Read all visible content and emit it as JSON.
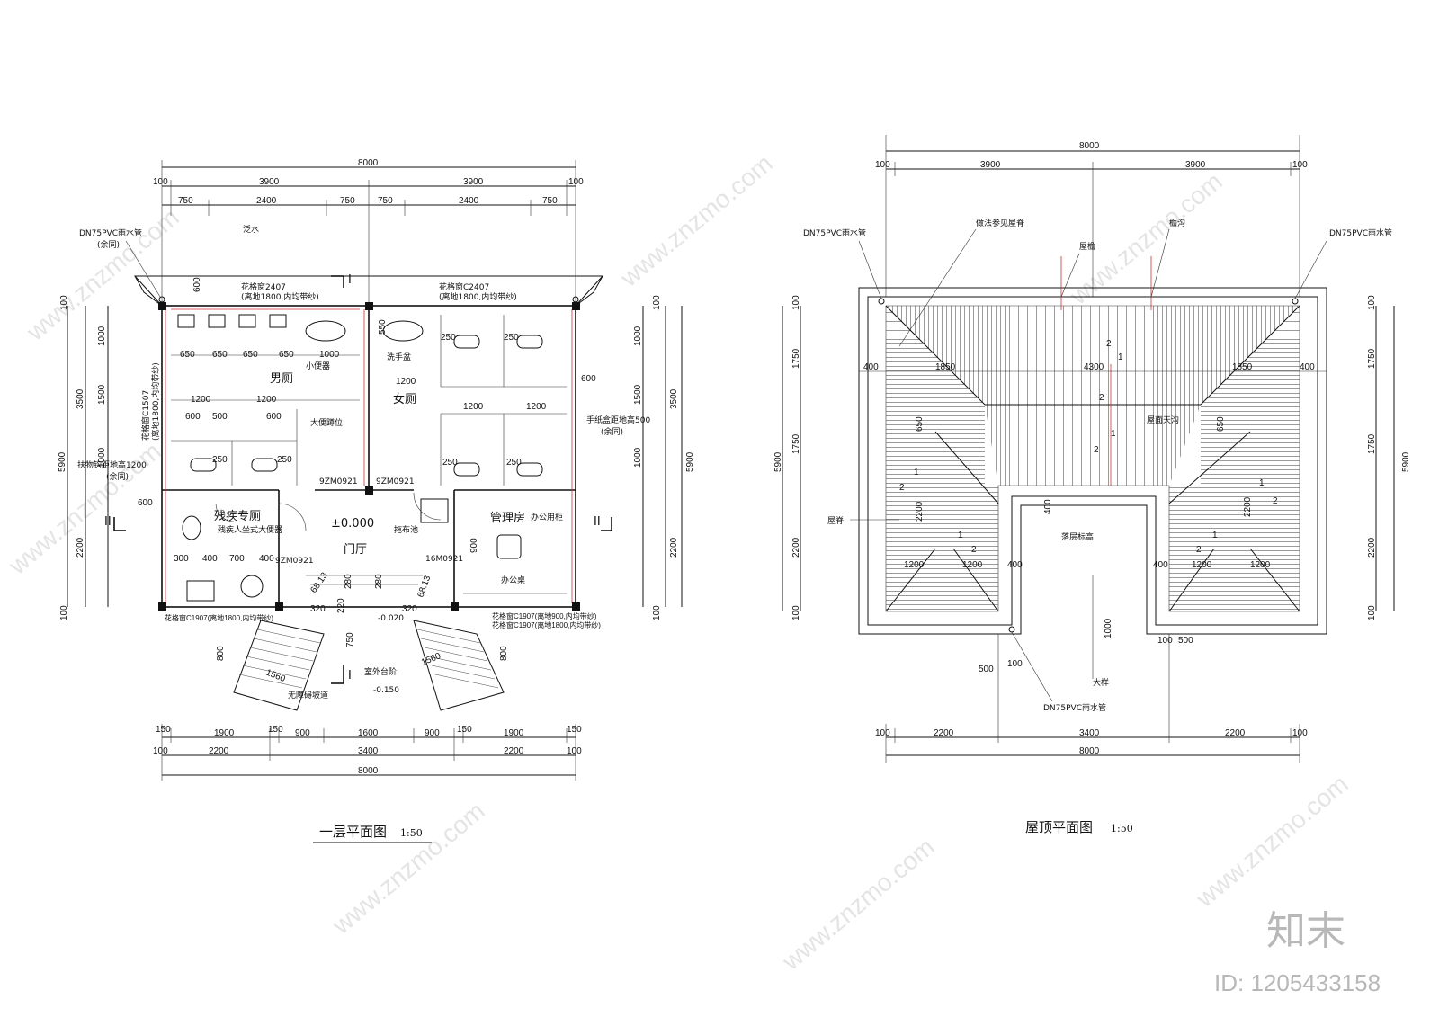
{
  "ground_plan": {
    "title": "一层平面图",
    "scale": "1:50",
    "top_dims": {
      "total": "8000",
      "edge": "100",
      "half": "3900",
      "sub": [
        "750",
        "2400",
        "750",
        "750",
        "2400",
        "750"
      ]
    },
    "bottom_dims": {
      "row1": [
        "150",
        "1900",
        "150",
        "900",
        "1600",
        "900",
        "150",
        "1900",
        "150"
      ],
      "row2": [
        "100",
        "2200",
        "3400",
        "2200",
        "100"
      ],
      "total": "8000"
    },
    "left_dims": {
      "total": "5900",
      "a": "3500",
      "b": "2200",
      "c": [
        "100",
        "1000",
        "1500",
        "1000",
        "100"
      ]
    },
    "right_dims": {
      "total": "5900",
      "a": "3500",
      "b": "2200",
      "c": [
        "100",
        "1000",
        "1500",
        "1000",
        "100"
      ],
      "extra": "600"
    },
    "rooms": {
      "mens": "男厕",
      "womens": "女厕",
      "accessible": "残疾专厕",
      "lobby": "门厅",
      "admin": "管理房",
      "office": "办公桌",
      "mop": "拖布池",
      "office_cab": "办公用柜"
    },
    "labels": {
      "downpipe": "DN75PVC雨水管",
      "same": "(余同)",
      "drain": "泛水",
      "window_left": "花格窗2407",
      "window_left_note": "(离地1800,内均带纱)",
      "window_right": "花格窗C2407",
      "window_right_note": "(离地1800,内均带纱)",
      "urinal": "小便器",
      "sink": "洗手盆",
      "stall": "大便蹲位",
      "side_window": "花格窗C1507",
      "side_window_note": "(离地1800,内均带纱)",
      "grab": "扶物钩距地高1200",
      "hand": "手纸盒距地高500",
      "door1": "9ZM0921",
      "door2": "9ZM0921",
      "door3": "9ZM0921",
      "door4": "16M0921",
      "level0": "±0.000",
      "level1": "-0.020",
      "level2": "-0.150",
      "ramp": "无障碍坡道",
      "steps": "室外台阶",
      "acc_note": "残疾人坐式大便器",
      "bottom_win_l": "花格窗C1907(离地1800,内均带纱)",
      "bottom_win_r1": "花格窗C1907(离地900,内均带纱)",
      "bottom_win_r2": "花格窗C1907(离地1800,内均带纱)",
      "section_1": "I",
      "section_2": "II",
      "v650": "650",
      "v1000": "1000",
      "v1200": "1200",
      "v600": "600",
      "v500": "500",
      "v250": "250",
      "v100": "100",
      "v550": "550",
      "v400": "400",
      "v300": "300",
      "v700": "700",
      "v320": "320",
      "v280": "280",
      "v220": "220",
      "v900": "900",
      "v750": "750",
      "v800": "800",
      "v1560": "1560",
      "v6813": "68.13"
    }
  },
  "roof_plan": {
    "title": "屋顶平面图",
    "scale": "1:50",
    "top_dims": {
      "total": "8000",
      "edge": "100",
      "half": "3900"
    },
    "bottom_dims": {
      "row1": [
        "100",
        "2200",
        "3400",
        "2200",
        "100"
      ],
      "total": "8000"
    },
    "left_dims": {
      "total": "5900",
      "a": [
        "100",
        "1750",
        "1750",
        "2200",
        "100"
      ]
    },
    "right_dims": {
      "total": "5900",
      "a": [
        "100",
        "1750",
        "1750",
        "2200",
        "100"
      ]
    },
    "mid_dims": [
      "400",
      "1850",
      "4300",
      "1850",
      "400"
    ],
    "labels": {
      "downpipe": "DN75PVC雨水管",
      "ridge_ref": "做法参见屋脊",
      "eaves": "屋檐",
      "gutter": "檐沟",
      "sky": "屋面天沟",
      "lower_roof": "落层标高",
      "ridge": "屋脊",
      "detail": "大样",
      "slope_1": "1",
      "slope_2": "2",
      "v650": "650",
      "v2200": "2200",
      "v400": "400",
      "v1200": "1200",
      "v1000": "1000",
      "v500": "500",
      "v100": "100"
    }
  },
  "watermark": {
    "text": "www.znzmo.com",
    "brand": "知末",
    "id": "ID: 1205433158"
  }
}
